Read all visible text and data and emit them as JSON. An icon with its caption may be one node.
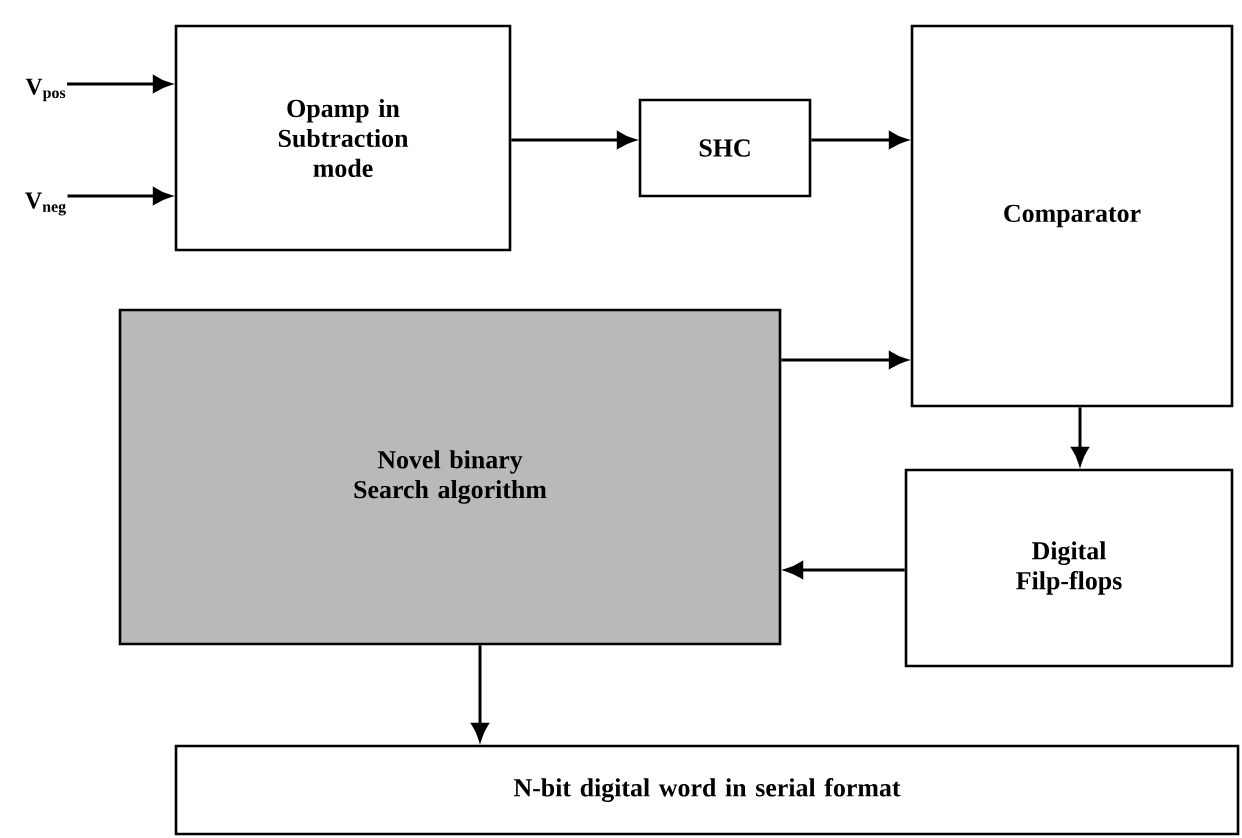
{
  "diagram": {
    "nodes": [
      {
        "text": [
          "V$_{pos}$"
        ]
      },
      {
        "text": [
          "V$_{neg}$"
        ]
      },
      {
        "text": [
          "Opamp in Subtraction mode"
        ]
      },
      {
        "text": [
          "SHC"
        ]
      },
      {
        "text": [
          "Comparator"
        ]
      },
      {
        "text": [
          "Novel binary Search algorithm"
        ]
      },
      {
        "text": [
          "Digital Filp-flops"
        ]
      },
      {
        "text": [
          "N-bit digital word in serial format"
        ]
      }
    ],
    "edges": [
      {
        "from": 0,
        "to": 2,
        "arrow": "to"
      },
      {
        "from": 1,
        "to": 2,
        "arrow": "to"
      },
      {
        "from": 2,
        "to": 3,
        "arrow": "to"
      },
      {
        "from": 3,
        "to": 4,
        "arrow": "to"
      },
      {
        "from": 5,
        "to": 4,
        "arrow": "to"
      },
      {
        "from": 4,
        "to": 6,
        "arrow": "to"
      },
      {
        "from": 6,
        "to": 5,
        "arrow": "to"
      },
      {
        "from": 5,
        "to": 7,
        "arrow": "to"
      }
    ]
  }
}
